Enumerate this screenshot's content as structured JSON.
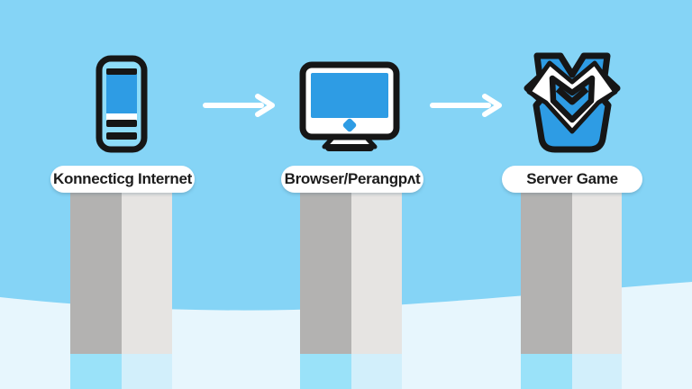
{
  "diagram": {
    "title": "game-connection-flow",
    "steps": [
      {
        "label": "Konnecticg Internet",
        "icon": "smartphone-icon"
      },
      {
        "label": "Browser/Perangpʌt",
        "icon": "desktop-monitor-icon"
      },
      {
        "label": "Server Game",
        "icon": "shield-emblem-icon"
      }
    ],
    "connectors": [
      {
        "icon": "arrow-right-icon"
      },
      {
        "icon": "arrow-right-icon"
      }
    ],
    "colors": {
      "sky_background": "#85d4f6",
      "icon_blue": "#2e9ce4",
      "outline_black": "#161616",
      "column_dark_gray": "#b3b2b1",
      "column_light_gray": "#e6e4e2",
      "column_dark_cyan": "#9ae2f9",
      "column_light_cyan": "#d2effb",
      "wave_band": "#e7f6fd",
      "pill_white": "#ffffff",
      "arrow_white": "#ffffff"
    }
  }
}
